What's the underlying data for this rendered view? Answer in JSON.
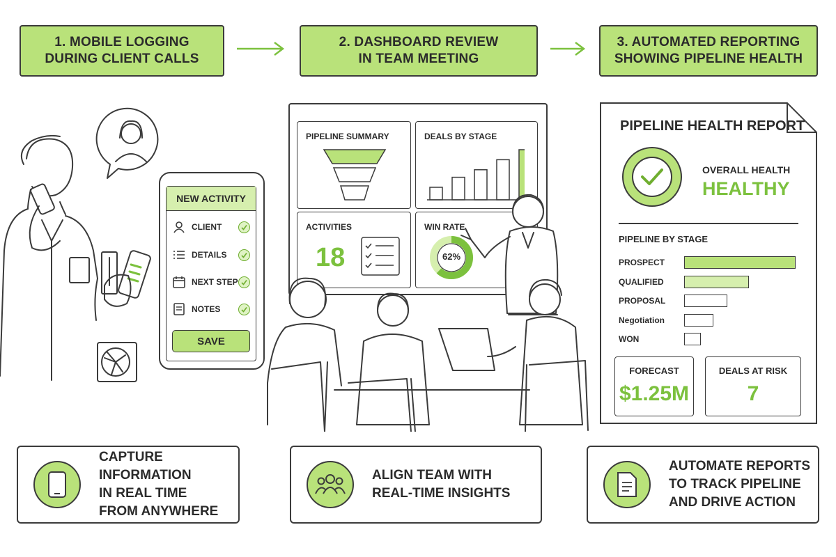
{
  "steps": [
    {
      "line1": "1. MOBILE LOGGING",
      "line2": "DURING CLIENT CALLS"
    },
    {
      "line1": "2. DASHBOARD REVIEW",
      "line2": "IN TEAM MEETING"
    },
    {
      "line1": "3. AUTOMATED REPORTING",
      "line2": "SHOWING PIPELINE HEALTH"
    }
  ],
  "phone": {
    "title": "NEW ACTIVITY",
    "rows": [
      {
        "label": "CLIENT",
        "icon": "user-icon"
      },
      {
        "label": "DETAILS",
        "icon": "list-icon"
      },
      {
        "label": "NEXT STEP",
        "icon": "calendar-icon"
      },
      {
        "label": "NOTES",
        "icon": "document-icon"
      }
    ],
    "save_label": "SAVE"
  },
  "dashboard": {
    "pipeline_summary": "PIPELINE SUMMARY",
    "deals_by_stage": "DEALS BY STAGE",
    "activities_label": "ACTIVITIES",
    "activities_value": "18",
    "win_rate_label": "WIN RATE",
    "win_rate_value": "62%",
    "win_rate_fraction": 0.62,
    "deals_bars_relative": [
      0.25,
      0.45,
      0.6,
      0.8,
      1.0
    ]
  },
  "report": {
    "title": "PIPELINE HEALTH REPORT",
    "health_label": "OVERALL HEALTH",
    "health_value": "HEALTHY",
    "stage_heading": "PIPELINE BY STAGE",
    "stages": [
      {
        "label": "PROSPECT",
        "relative": 1.0,
        "fill": "#b9e27a"
      },
      {
        "label": "QUALIFIED",
        "relative": 0.58,
        "fill": "#d6efae"
      },
      {
        "label": "PROPOSAL",
        "relative": 0.39,
        "fill": "#ffffff"
      },
      {
        "label": "Negotiation",
        "relative": 0.26,
        "fill": "#ffffff"
      },
      {
        "label": "WON",
        "relative": 0.15,
        "fill": "#ffffff"
      }
    ],
    "forecast_label": "FORECAST",
    "forecast_value": "$1.25M",
    "risk_label": "DEALS AT RISK",
    "risk_value": "7"
  },
  "captions": [
    {
      "line1": "CAPTURE INFORMATION",
      "line2": "IN REAL TIME",
      "line3": "FROM ANYWHERE",
      "icon": "smartphone-icon"
    },
    {
      "line1": "ALIGN TEAM WITH",
      "line2": "REAL-TIME INSIGHTS",
      "icon": "team-icon"
    },
    {
      "line1": "AUTOMATE REPORTS",
      "line2": "TO TRACK PIPELINE",
      "line3": "AND DRIVE ACTION",
      "icon": "document-icon"
    }
  ],
  "colors": {
    "accent": "#b9e27a",
    "accent_dark": "#7cc13e",
    "accent_light": "#d6efae",
    "ink": "#3b3b3b"
  }
}
